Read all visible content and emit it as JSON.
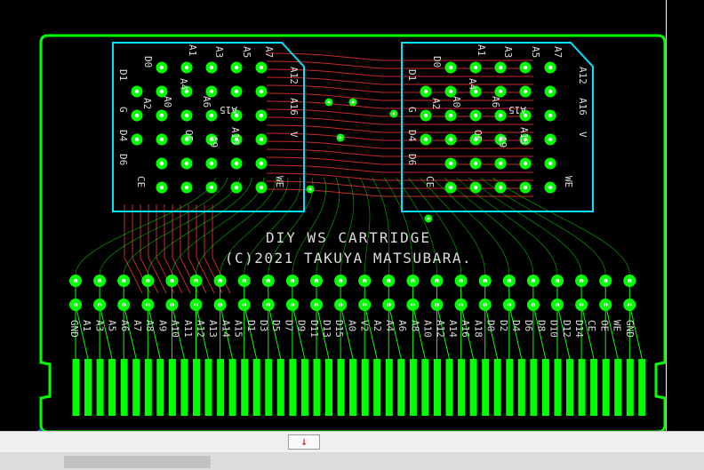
{
  "board": {
    "title_line1": "DIY WS CARTRIDGE",
    "title_line2": "(C)2021 TAKUYA MATSUBARA."
  },
  "left_chip": {
    "labels": [
      {
        "t": "D0",
        "r": 90
      },
      {
        "t": "A1",
        "r": 90
      },
      {
        "t": "A3",
        "r": 90
      },
      {
        "t": "A5",
        "r": 90
      },
      {
        "t": "A7",
        "r": 90
      },
      {
        "t": "D1",
        "r": 90
      },
      {
        "t": "A2",
        "r": 90
      },
      {
        "t": "A4",
        "r": 90
      },
      {
        "t": "A6",
        "r": 90
      },
      {
        "t": "A12",
        "r": 90
      },
      {
        "t": "A16",
        "r": 90
      },
      {
        "t": "A0",
        "r": 90
      },
      {
        "t": "A15",
        "r": 180
      },
      {
        "t": "G",
        "r": 90
      },
      {
        "t": "V",
        "r": 90
      },
      {
        "t": "D4",
        "r": 90
      },
      {
        "t": "D6",
        "r": 90
      },
      {
        "t": "OE",
        "r": 90
      },
      {
        "t": "A9",
        "r": 90
      },
      {
        "t": "A13",
        "r": 90
      },
      {
        "t": "CE",
        "r": 90
      },
      {
        "t": "WE",
        "r": 90
      }
    ]
  },
  "edge_labels": [
    "GND",
    "A1",
    "A3",
    "A5",
    "A6",
    "A7",
    "A8",
    "A9",
    "A10",
    "A11",
    "A12",
    "A13",
    "A14",
    "A15",
    "D1",
    "D3",
    "D5",
    "D7",
    "D9",
    "D11",
    "D13",
    "D15",
    "A0",
    "V2",
    "A2",
    "A4",
    "A6",
    "A8",
    "A10",
    "A12",
    "A14",
    "A16",
    "A18",
    "D0",
    "D2",
    "D4",
    "D6",
    "D8",
    "D10",
    "D12",
    "D14",
    "CE",
    "OE",
    "WE",
    "GND"
  ],
  "ui": {
    "down_arrow": "↓"
  },
  "colors": {
    "outline": "#00ff00",
    "pad": "#00ff00",
    "chip_outline": "#00e5ff",
    "trace": "#c82828",
    "silk": "#dcdcdc"
  },
  "icons": {
    "down_arrow": "arrow-down-icon"
  }
}
